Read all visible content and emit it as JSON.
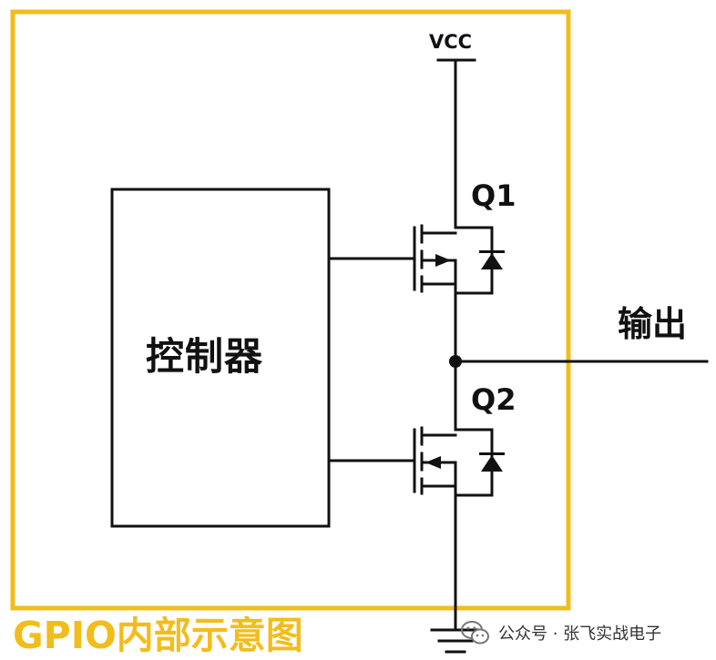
{
  "labels": {
    "vcc": "VCC",
    "q1": "Q1",
    "q2": "Q2",
    "controller": "控制器",
    "output": "输出",
    "title": "GPIO内部示意图"
  },
  "watermark": {
    "text": "公众号 · 张飞实战电子"
  },
  "colors": {
    "frame": "#F2BD1C",
    "line": "#111111",
    "title": "#F2BD1C"
  }
}
